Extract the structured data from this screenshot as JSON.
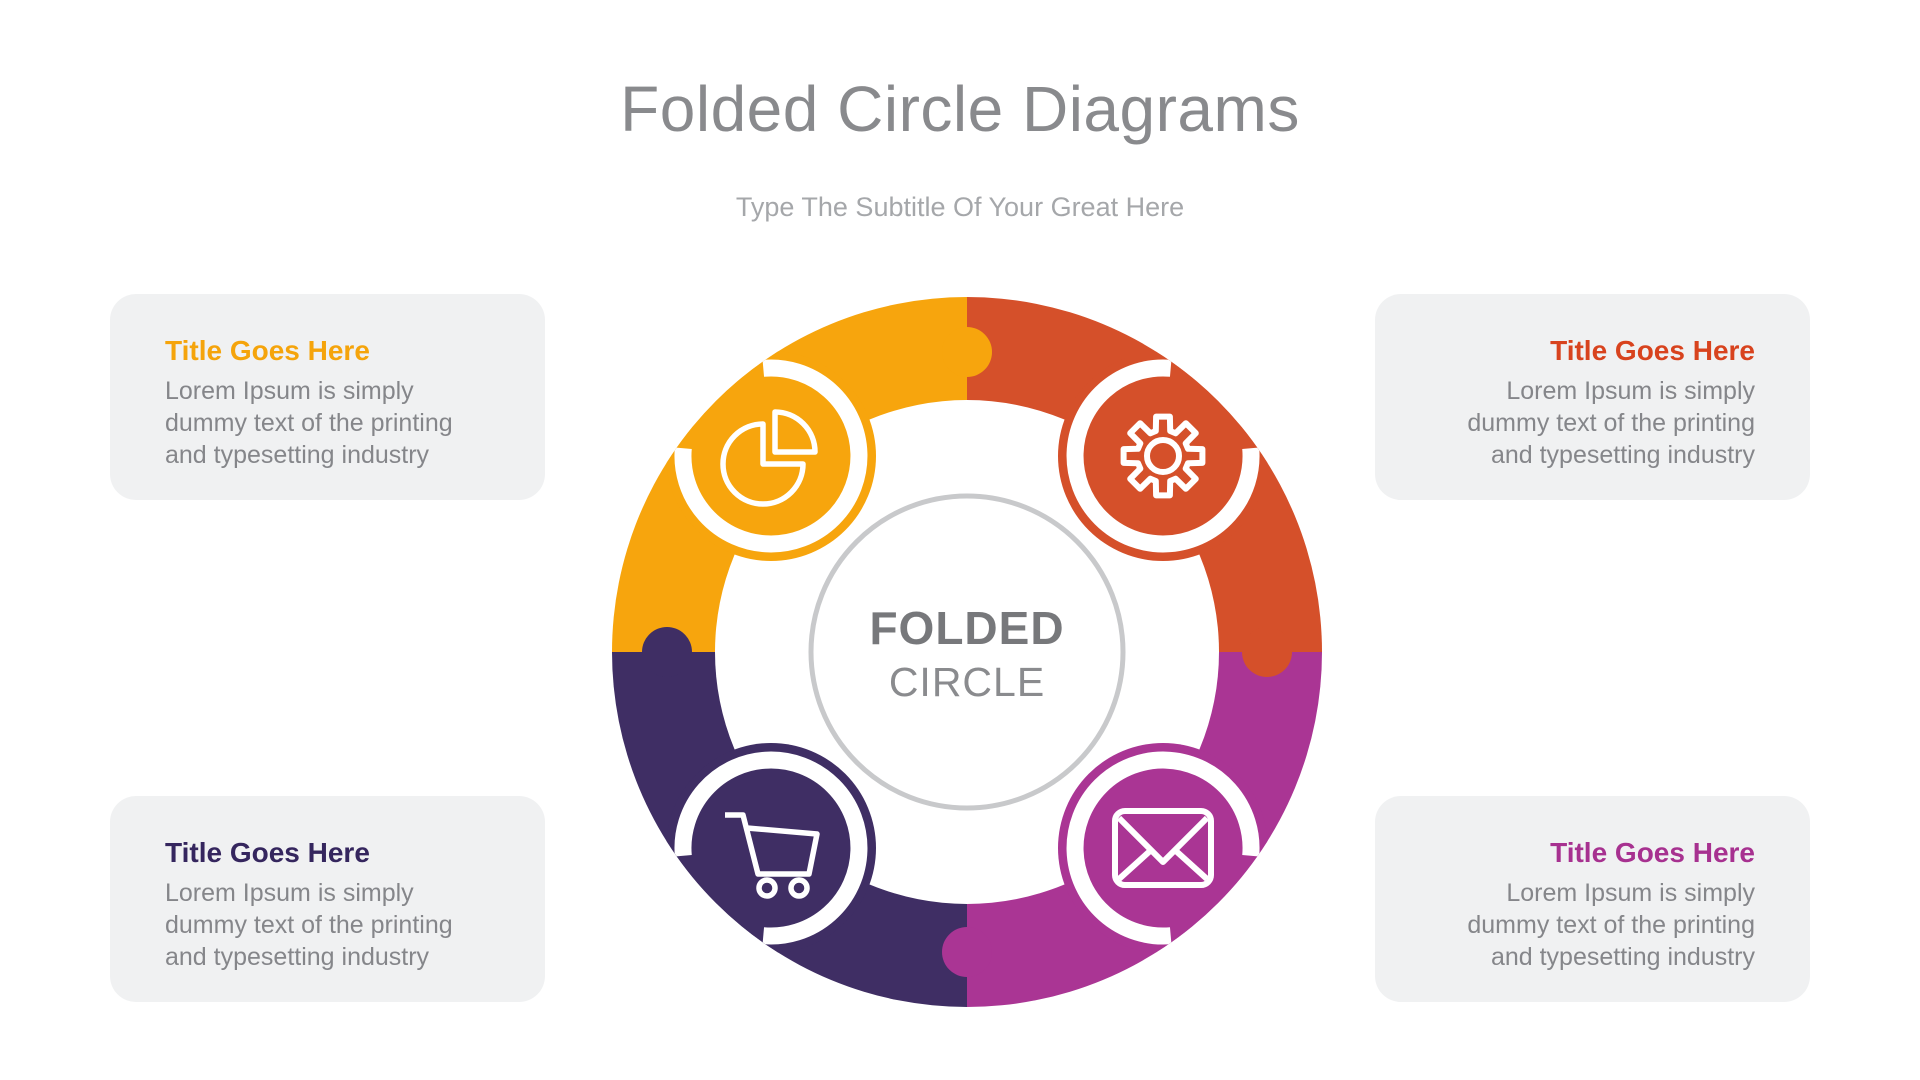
{
  "slide": {
    "title": "Folded Circle Diagrams",
    "subtitle": "Type The Subtitle Of Your Great Here"
  },
  "diagram": {
    "center_label_line1": "FOLDED",
    "center_label_line2": "CIRCLE",
    "inner_circle_border_color": "#C8C9CB",
    "ring_arc_color": "#FFFFFF",
    "icon_stroke_color": "#FFFFFF",
    "segments": [
      {
        "position": "top-left",
        "color": "#F7A50D",
        "icon": "pie-chart-icon"
      },
      {
        "position": "top-right",
        "color": "#D5502A",
        "icon": "gear-icon"
      },
      {
        "position": "bottom-right",
        "color": "#AA3594",
        "icon": "envelope-icon"
      },
      {
        "position": "bottom-left",
        "color": "#3F2E64",
        "icon": "shopping-cart-icon"
      }
    ]
  },
  "callouts": [
    {
      "position": "top-left",
      "title": "Title Goes Here",
      "title_color": "#F5A40B",
      "body_lines": [
        "Lorem Ipsum is simply",
        "dummy text of the printing",
        "and typesetting industry"
      ]
    },
    {
      "position": "top-right",
      "title": "Title Goes Here",
      "title_color": "#D8431E",
      "body_lines": [
        "Lorem Ipsum is simply",
        "dummy text of the printing",
        "and typesetting industry"
      ]
    },
    {
      "position": "bottom-left",
      "title": "Title Goes Here",
      "title_color": "#35265E",
      "body_lines": [
        "Lorem Ipsum is simply",
        "dummy text of the printing",
        "and typesetting industry"
      ]
    },
    {
      "position": "bottom-right",
      "title": "Title Goes Here",
      "title_color": "#A73190",
      "body_lines": [
        "Lorem Ipsum is simply",
        "dummy text of the printing",
        "and typesetting industry"
      ]
    }
  ],
  "colors": {
    "title_text": "#898A8D",
    "subtitle_text": "#A5A7AA",
    "body_text": "#85868A",
    "callout_background": "#F0F1F2",
    "center_text_bold": "#77787B",
    "center_text_light": "#8A8B8E"
  }
}
